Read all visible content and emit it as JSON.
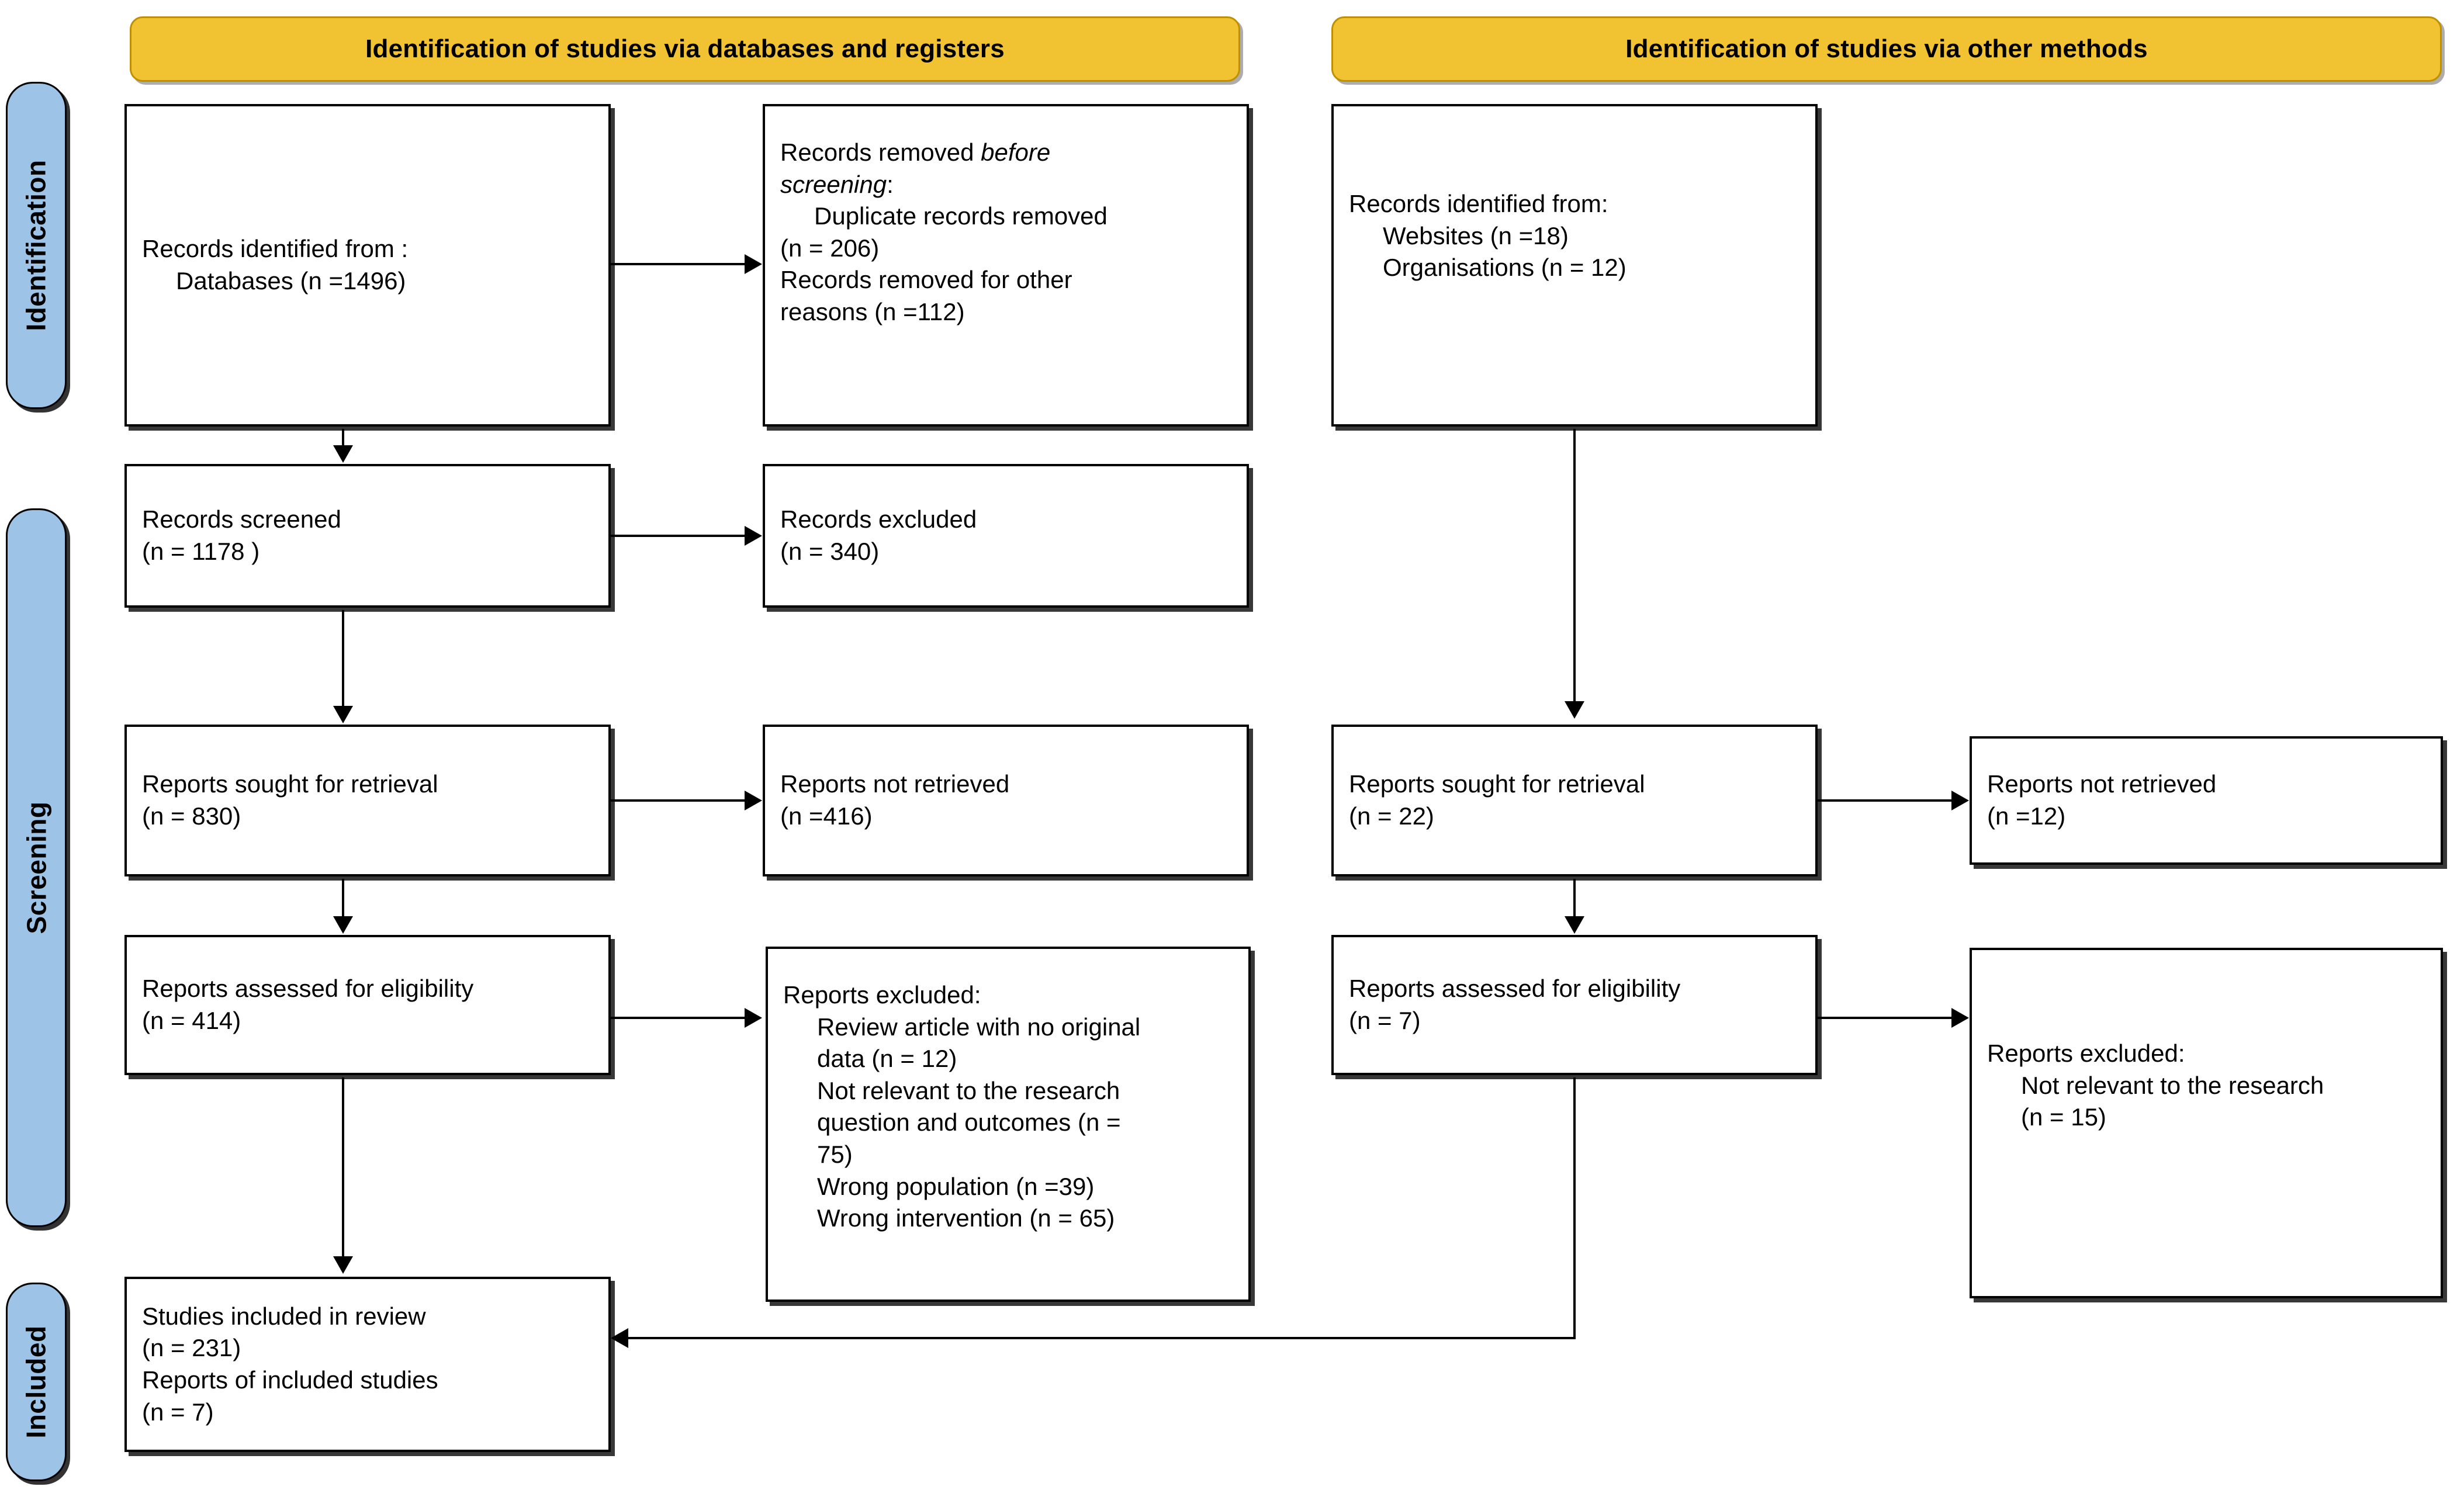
{
  "diagram": {
    "type": "prisma-2020-flow-diagram",
    "colors": {
      "stage_fill": "#9DC3E6",
      "header_fill": "#F1C232",
      "header_border": "#BF9000",
      "box_border": "#000000",
      "text": "#000000",
      "background": "#FFFFFF"
    }
  },
  "stages": [
    {
      "id": "identification",
      "label": "Identification"
    },
    {
      "id": "screening",
      "label": "Screening"
    },
    {
      "id": "included",
      "label": "Included"
    }
  ],
  "sections": [
    {
      "id": "databases",
      "title": "Identification of studies via databases and registers"
    },
    {
      "id": "other",
      "title": "Identification of studies via other methods"
    }
  ],
  "boxes": {
    "records_identified": {
      "lines": [
        {
          "text": "Records identified from :",
          "indent": false
        },
        {
          "text": "Databases (n =1496)",
          "indent": true
        }
      ]
    },
    "records_removed": {
      "lines": [
        {
          "text": "Records removed ",
          "italic_tail": "before",
          "indent": false
        },
        {
          "text": "screening",
          "italic_head": true,
          "suffix": ":",
          "indent": false
        },
        {
          "text": "Duplicate records removed",
          "indent": true
        },
        {
          "text": "(n = 206)",
          "indent": false
        },
        {
          "text": "Records removed for other",
          "indent": false
        },
        {
          "text": "reasons (n =112)",
          "indent": false
        }
      ]
    },
    "records_screened": {
      "lines": [
        {
          "text": "Records screened",
          "indent": false
        },
        {
          "text": "(n = 1178 )",
          "indent": false
        }
      ]
    },
    "records_excluded": {
      "lines": [
        {
          "text": "Records excluded",
          "indent": false
        },
        {
          "text": "(n = 340)",
          "indent": false
        }
      ]
    },
    "reports_sought": {
      "lines": [
        {
          "text": "Reports sought for retrieval",
          "indent": false
        },
        {
          "text": "(n = 830)",
          "indent": false
        }
      ]
    },
    "reports_not_retrieved": {
      "lines": [
        {
          "text": "Reports not retrieved",
          "indent": false
        },
        {
          "text": "(n =416)",
          "indent": false
        }
      ]
    },
    "reports_assessed": {
      "lines": [
        {
          "text": "Reports assessed for eligibility",
          "indent": false
        },
        {
          "text": "(n = 414)",
          "indent": false
        }
      ]
    },
    "reports_excluded": {
      "lines": [
        {
          "text": "Reports excluded:",
          "indent": false
        },
        {
          "text": "Review article with no original",
          "indent": true
        },
        {
          "text": "data (n = 12)",
          "indent": true
        },
        {
          "text": "Not relevant to the research",
          "indent": true
        },
        {
          "text": "question and outcomes (n =",
          "indent": true
        },
        {
          "text": "75)",
          "indent": true
        },
        {
          "text": "Wrong population (n =39)",
          "indent": true
        },
        {
          "text": "Wrong intervention (n = 65)",
          "indent": true
        }
      ]
    },
    "studies_included": {
      "lines": [
        {
          "text": "Studies included in review",
          "indent": false
        },
        {
          "text": "(n = 231)",
          "indent": false
        },
        {
          "text": "Reports of included studies",
          "indent": false
        },
        {
          "text": "(n = 7)",
          "indent": false
        }
      ]
    },
    "records_identified_other": {
      "lines": [
        {
          "text": "Records identified from:",
          "indent": false
        },
        {
          "text": "Websites (n =18)",
          "indent": true
        },
        {
          "text": "Organisations (n = 12)",
          "indent": true
        }
      ]
    },
    "reports_sought_other": {
      "lines": [
        {
          "text": "Reports sought for retrieval",
          "indent": false
        },
        {
          "text": "(n = 22)",
          "indent": false
        }
      ]
    },
    "reports_not_retrieved_other": {
      "lines": [
        {
          "text": "Reports not retrieved",
          "indent": false
        },
        {
          "text": "(n =12)",
          "indent": false
        }
      ]
    },
    "reports_assessed_other": {
      "lines": [
        {
          "text": "Reports assessed for eligibility",
          "indent": false
        },
        {
          "text": "(n = 7)",
          "indent": false
        }
      ]
    },
    "reports_excluded_other": {
      "lines": [
        {
          "text": "Reports excluded:",
          "indent": false
        },
        {
          "text": "Not relevant to the research",
          "indent": true
        },
        {
          "text": "(n = 15)",
          "indent": true
        }
      ]
    }
  },
  "counts": {
    "databases": 1496,
    "duplicates_removed": 206,
    "removed_other_reasons": 112,
    "records_screened": 1178,
    "records_excluded": 340,
    "reports_sought": 830,
    "reports_not_retrieved": 416,
    "reports_assessed": 414,
    "excluded_review_article_no_original_data": 12,
    "excluded_not_relevant": 75,
    "excluded_wrong_population": 39,
    "excluded_wrong_intervention": 65,
    "studies_included": 231,
    "reports_of_included_studies": 7,
    "websites": 18,
    "organisations": 12,
    "reports_sought_other": 22,
    "reports_not_retrieved_other": 12,
    "reports_assessed_other": 7,
    "excluded_not_relevant_other": 15
  }
}
